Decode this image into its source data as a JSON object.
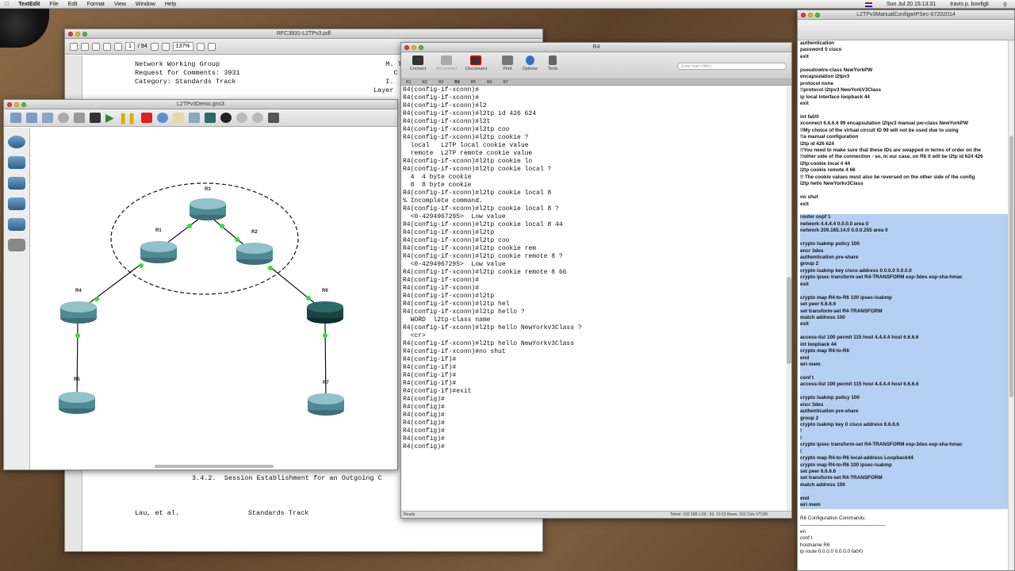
{
  "menubar": {
    "app": "TextEdit",
    "items": [
      "File",
      "Edit",
      "Format",
      "View",
      "Window",
      "Help"
    ],
    "clock": "Sun Jul 20  15:13:31",
    "user": "travis p. bonfigli"
  },
  "pdf": {
    "title": "RFC3931-L2TPv3.pdf",
    "page": "1",
    "total": "/ 94",
    "zoom": "137%",
    "lines": [
      "Network Working Group                                         M. T",
      "Request for Comments: 3931                                      C",
      "Category: Standards Track                                     I.",
      "                                                           Layer"
    ],
    "section": "3.4.2.  Session Establishment for an Outgoing C",
    "footer": "Lau, et al.                 Standards Track"
  },
  "gns3": {
    "title": "L2TPv3Demo.gns3",
    "routers": [
      "R3",
      "R1",
      "R2",
      "R4",
      "R6",
      "R5",
      "R7"
    ]
  },
  "terminal": {
    "title": "R4",
    "toolbar": [
      "Connect",
      "Reconnect",
      "Disconnect",
      "Print",
      "Options",
      "Tools"
    ],
    "search_placeholder": "Enter host <⌘R>",
    "tabs": [
      "R1",
      "R2",
      "R3",
      "R4",
      "R5",
      "R6",
      "R7"
    ],
    "lines": [
      "R4(config-if-xconn)#",
      "R4(config-if-xconn)#",
      "R4(config-if-xconn)#l2",
      "R4(config-if-xconn)#l2tp id 426 624",
      "R4(config-if-xconn)#l2t",
      "R4(config-if-xconn)#l2tp coo",
      "R4(config-if-xconn)#l2tp cookie ?",
      "  local   L2TP local cookie value",
      "  remote  L2TP remote cookie value",
      "",
      "R4(config-if-xconn)#l2tp cookie lo",
      "R4(config-if-xconn)#l2tp cookie local ?",
      "  4  4 byte cookie",
      "  8  8 byte cookie",
      "",
      "R4(config-if-xconn)#l2tp cookie local 8",
      "% Incomplete command.",
      "",
      "R4(config-if-xconn)#l2tp cookie local 8 ?",
      "  <0-4294967295>  Low value",
      "",
      "R4(config-if-xconn)#l2tp cookie local 8 44",
      "R4(config-if-xconn)#l2tp",
      "R4(config-if-xconn)#l2tp coo",
      "R4(config-if-xconn)#l2tp cookie rem",
      "R4(config-if-xconn)#l2tp cookie remote 8 ?",
      "  <0-4294967295>  Low value",
      "",
      "R4(config-if-xconn)#l2tp cookie remote 8 66",
      "R4(config-if-xconn)#",
      "R4(config-if-xconn)#",
      "R4(config-if-xconn)#l2tp",
      "R4(config-if-xconn)#l2tp hel",
      "R4(config-if-xconn)#l2tp hello ?",
      "  WORD  l2tp-class name",
      "",
      "R4(config-if-xconn)#l2tp hello NewYorkv3Class ?",
      "  <cr>",
      "",
      "R4(config-if-xconn)#l2tp hello NewYorkv3Class",
      "R4(config-if-xconn)#no shut",
      "R4(config-if)#",
      "R4(config-if)#",
      "R4(config-if)#",
      "R4(config-if)#",
      "R4(config-if)#exit",
      "R4(config)#",
      "R4(config)#",
      "R4(config)#",
      "R4(config)#",
      "R4(config)#",
      "R4(config)#",
      "R4(config)#"
    ],
    "status_left": "Ready",
    "status_right": "Telnet: 192.168.1.69 : 53, 10   53 Rows, 101 Cols   VT100"
  },
  "textedit": {
    "title": "L2TPv3ManualConfigwIPSec-07202014",
    "lines": [
      {
        "t": "authentication",
        "h": false
      },
      {
        "t": "password 0 cisco",
        "h": false
      },
      {
        "t": "exit",
        "h": false
      },
      {
        "t": "",
        "h": false
      },
      {
        "t": "pseudowire-class NewYorkPW",
        "h": false
      },
      {
        "t": "encapsulation l2tpv3",
        "h": false
      },
      {
        "t": "protocol none",
        "h": false
      },
      {
        "t": "!!protocol l2tpv3 NewYorkV3Class",
        "h": false
      },
      {
        "t": "ip local interface loopback 44",
        "h": false
      },
      {
        "t": "exit",
        "h": false
      },
      {
        "t": "",
        "h": false
      },
      {
        "t": "int fa0/0",
        "h": false
      },
      {
        "t": "xconnect 6.6.6.6 99 encapsulation l2tpv3 manual pw-class NewYorkPW",
        "h": false
      },
      {
        "t": "!!My choice of the virtual circuit ID 99 will not be used due to using",
        "h": false
      },
      {
        "t": "!!a manual configuration",
        "h": false
      },
      {
        "t": "l2tp id 426 624",
        "h": false
      },
      {
        "t": "!!You need to make sure that these IDs are swapped in terms of order on the",
        "h": false
      },
      {
        "t": "!!other side of the connection - so, in our case, on R6 it will be l2tp id 624 426",
        "h": false
      },
      {
        "t": "l2tp cookie local 4 44",
        "h": false
      },
      {
        "t": "l2tp cookie remote 4 66",
        "h": false
      },
      {
        "t": "!! The cookie values must also be reversed on the other side of the config",
        "h": false
      },
      {
        "t": "l2tp hello NewYorkv3Class",
        "h": false
      },
      {
        "t": "",
        "h": false
      },
      {
        "t": "no shut",
        "h": false
      },
      {
        "t": "exit",
        "h": false
      },
      {
        "t": "",
        "h": false
      },
      {
        "t": "router ospf 1",
        "h": true
      },
      {
        "t": "network 4.4.4.4 0.0.0.0 area 0",
        "h": true
      },
      {
        "t": "network 209.165.14.0 0.0.0.255 area 0",
        "h": true
      },
      {
        "t": "",
        "h": true
      },
      {
        "t": "crypto isakmp policy 100",
        "h": true
      },
      {
        "t": "encr 3des",
        "h": true
      },
      {
        "t": "authentication pre-share",
        "h": true
      },
      {
        "t": "group 2",
        "h": true
      },
      {
        "t": "crypto isakmp key cisco address 0.0.0.0 0.0.0.0",
        "h": true
      },
      {
        "t": "crypto ipsec transform-set R4-TRANSFORM esp-3des esp-sha-hmac",
        "h": true
      },
      {
        "t": "exit",
        "h": true
      },
      {
        "t": "",
        "h": true
      },
      {
        "t": "crypto map R4-to-R6 100 ipsec-isakmp",
        "h": true
      },
      {
        "t": "set peer 6.6.6.6",
        "h": true
      },
      {
        "t": "set transform-set R4-TRANSFORM",
        "h": true
      },
      {
        "t": "match address 100",
        "h": true
      },
      {
        "t": "exit",
        "h": true
      },
      {
        "t": "",
        "h": true
      },
      {
        "t": "access-list 100 permit 115 host 4.4.4.4 host 6.6.6.6",
        "h": true
      },
      {
        "t": "int loopback 44",
        "h": true
      },
      {
        "t": "crypto map R4-to-R6",
        "h": true
      },
      {
        "t": "end",
        "h": true
      },
      {
        "t": "wri mem",
        "h": true
      },
      {
        "t": "",
        "h": true
      },
      {
        "t": "conf t",
        "h": true
      },
      {
        "t": "access-list 100 permit 115 host 4.4.4.4 host 6.6.6.6",
        "h": true
      },
      {
        "t": "",
        "h": true
      },
      {
        "t": "crypto isakmp policy 100",
        "h": true
      },
      {
        "t": " encr 3des",
        "h": true
      },
      {
        "t": " authentication pre-share",
        "h": true
      },
      {
        "t": " group 2",
        "h": true
      },
      {
        "t": "crypto isakmp key 0 cisco address 6.6.6.6",
        "h": true
      },
      {
        "t": "!",
        "h": true
      },
      {
        "t": "!",
        "h": true
      },
      {
        "t": "crypto ipsec transform-set R4-TRANSFORM esp-3des esp-sha-hmac",
        "h": true
      },
      {
        "t": "!",
        "h": true
      },
      {
        "t": "crypto map R4-to-R6 local-address Loopback44",
        "h": true
      },
      {
        "t": "crypto map R4-to-R6 100 ipsec-isakmp",
        "h": true
      },
      {
        "t": " set peer 6.6.6.6",
        "h": true
      },
      {
        "t": " set transform-set R4-TRANSFORM",
        "h": true
      },
      {
        "t": " match address 100",
        "h": true
      },
      {
        "t": "",
        "h": true
      },
      {
        "t": "end",
        "h": true
      },
      {
        "t": "wri mem",
        "h": true
      },
      {
        "t": "",
        "h": false
      },
      {
        "t": "R6 Configuration Commands:",
        "h": false,
        "n": true
      },
      {
        "t": "—————————————————",
        "h": false,
        "n": true
      },
      {
        "t": "en",
        "h": false,
        "n": true
      },
      {
        "t": "conf t",
        "h": false,
        "n": true
      },
      {
        "t": "hostname R6",
        "h": false,
        "n": true
      },
      {
        "t": "ip route 0.0.0.0 0.0.0.0 fa0/0",
        "h": false,
        "n": true
      }
    ]
  }
}
